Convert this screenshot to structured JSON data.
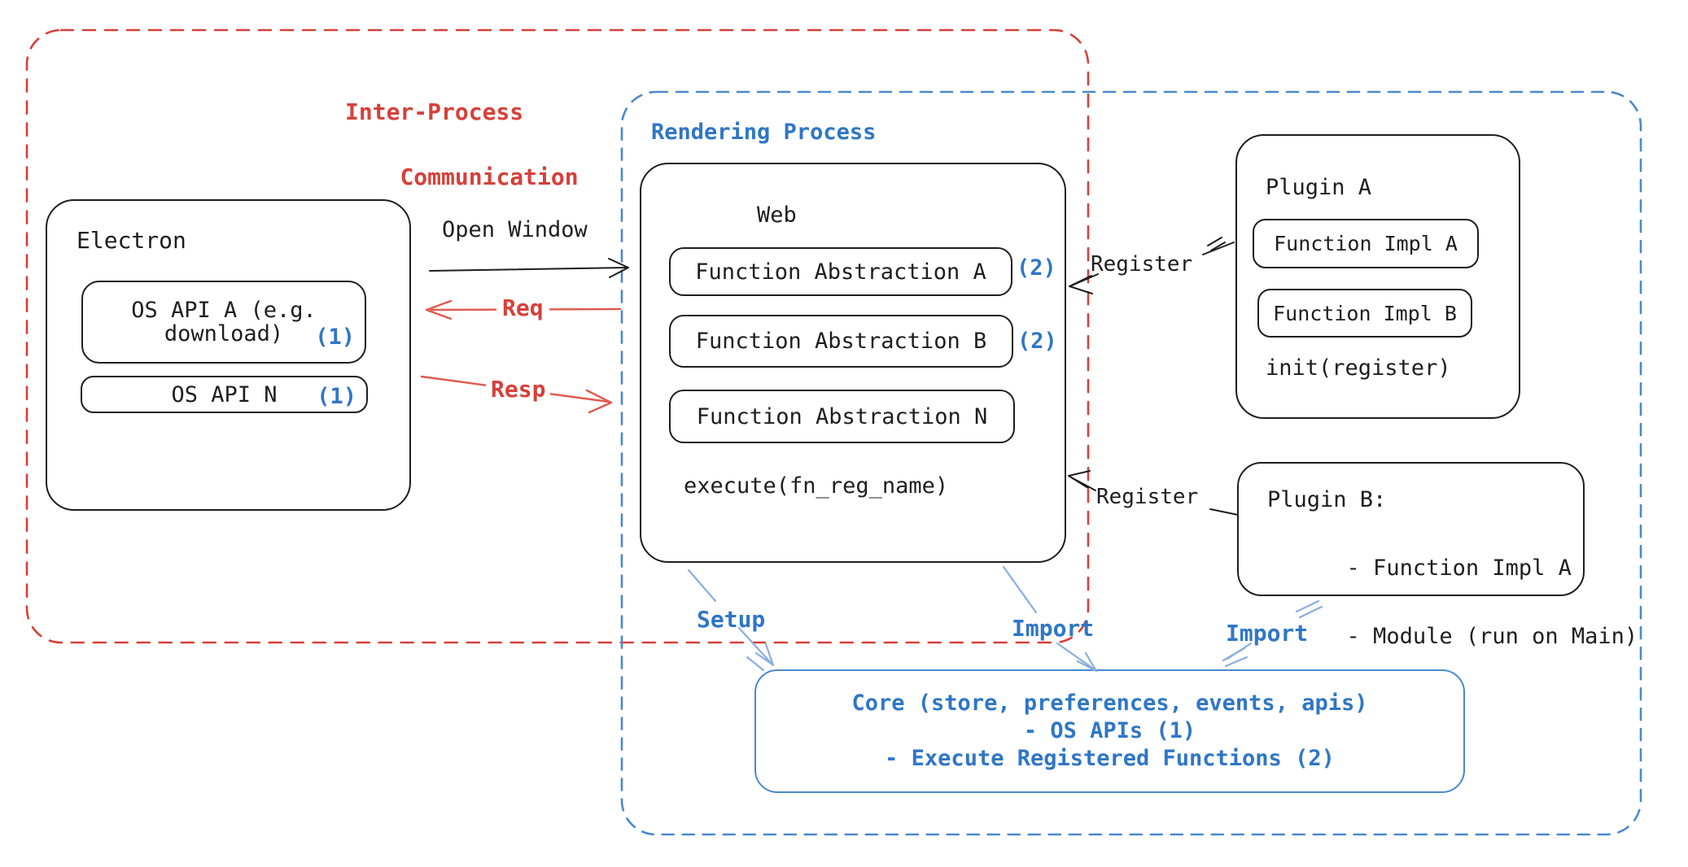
{
  "colors": {
    "ink": "#1e1e1e",
    "red": "#d6403a",
    "red-arrow": "#e05a4f",
    "blue": "#2f76c6",
    "blue-stroke": "#4a89cd",
    "blue-arrow": "#89aede"
  },
  "diagram": {
    "ipc_box": {
      "label_line1": "Inter-Process",
      "label_line2": "Communication"
    },
    "rendering_box": {
      "label": "Rendering Process"
    },
    "electron": {
      "title": "Electron",
      "os_api_a": {
        "line1": "OS API A (e.g.",
        "line2": "download)",
        "badge": "(1)"
      },
      "os_api_n": {
        "label": "OS API N",
        "badge": "(1)"
      }
    },
    "web": {
      "title": "Web",
      "fa_a": {
        "label": "Function Abstraction A",
        "badge": "(2)"
      },
      "fa_b": {
        "label": "Function Abstraction B",
        "badge": "(2)"
      },
      "fa_n": {
        "label": "Function Abstraction N"
      },
      "execute": "execute(fn_reg_name)"
    },
    "plugin_a": {
      "title": "Plugin A",
      "impl_a": "Function Impl A",
      "impl_b": "Function Impl B",
      "init": "init(register)"
    },
    "plugin_b": {
      "line1": "Plugin B:",
      "line2": "- Function Impl A",
      "line3": "- Module (run on Main)"
    },
    "core": {
      "line1": "Core (store, preferences, events, apis)",
      "line2": "- OS APIs (1)",
      "line3": "- Execute Registered Functions (2)"
    },
    "arrows": {
      "open_window": "Open Window",
      "req": "Req",
      "resp": "Resp",
      "register_a": "Register",
      "register_b": "Register",
      "setup": "Setup",
      "import_web": "Import",
      "import_plugin": "Import"
    }
  }
}
